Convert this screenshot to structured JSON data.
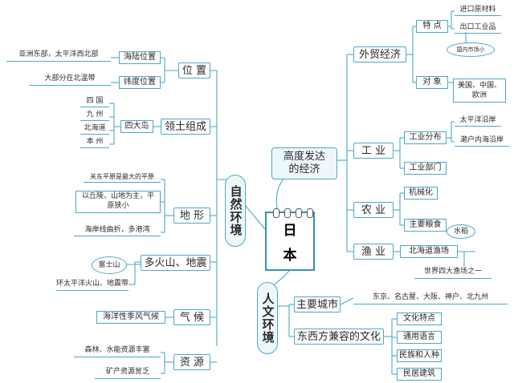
{
  "center": {
    "line1": "日",
    "line2": "本"
  },
  "branches": {
    "nature": "自然环境",
    "humanity": "人文环境",
    "economy": {
      "line1": "高度发达",
      "line2": "的经济"
    }
  },
  "nature": {
    "position": {
      "label": "位 置",
      "sea_land": {
        "label": "海陆位置",
        "detail": "亚洲东部，太平洋西北部"
      },
      "latitude": {
        "label": "纬度位置",
        "detail": "大部分在北温带"
      }
    },
    "territory": {
      "label": "领土组成",
      "four_islands": "四大岛",
      "islands": [
        "四 国",
        "九 州",
        "北海道",
        "本 州"
      ]
    },
    "terrain": {
      "label": "地 形",
      "plain_note": "关东平原是最大的平原",
      "main": "以丘陵、山地为主，平原狭小",
      "coast": "海岸线曲折，多港湾"
    },
    "volcano": {
      "label": "多火山、地震",
      "fuji": "富士山",
      "belt": "环太平洋火山、地震带"
    },
    "climate": {
      "label": "气 候",
      "detail": "海洋性季风气候"
    },
    "resources": {
      "label": "资 源",
      "forest": "森林、水能资源丰富",
      "mineral": "矿产资源贫乏"
    }
  },
  "economy": {
    "trade": {
      "label": "外贸经济",
      "features": {
        "label": "特 点",
        "items": [
          "进口原材料",
          "出口工业品"
        ],
        "note": "国内市场小"
      },
      "partners": {
        "label": "对 象",
        "detail": "美国、中国、欧洲"
      }
    },
    "industry": {
      "label": "工 业",
      "distribution": {
        "label": "工业分布",
        "items": [
          "太平洋沿岸",
          "濑户内海沿岸"
        ]
      },
      "sectors": "工业部门"
    },
    "agriculture": {
      "label": "农 业",
      "mechanized": "机械化",
      "grain": "主要粮食",
      "rice": "水稻"
    },
    "fishery": {
      "label": "渔 业",
      "ground": "北海道渔场",
      "note": "世界四大渔场之一"
    }
  },
  "humanity": {
    "cities": {
      "label": "主要城市",
      "detail": "东京、名古屋、大阪、神户、北九州"
    },
    "culture": {
      "label": "东西方兼容的文化",
      "items": [
        "文化特点",
        "通用语言",
        "民族和人种",
        "民居建筑"
      ]
    }
  }
}
